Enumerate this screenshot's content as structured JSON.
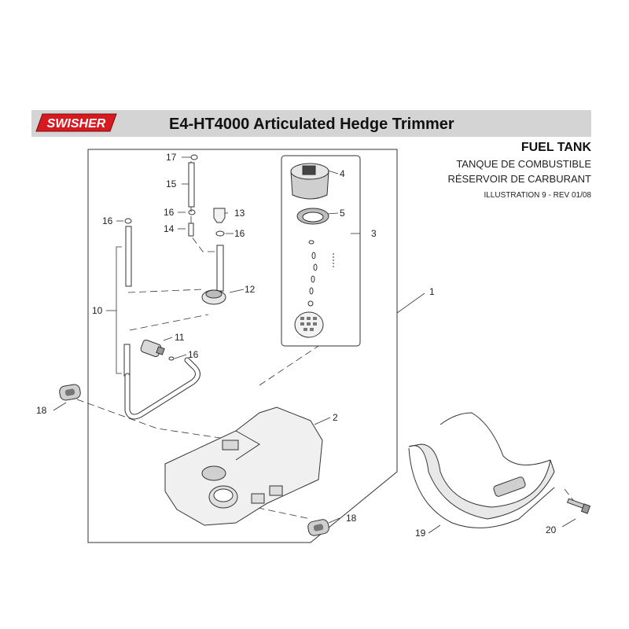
{
  "brand": {
    "logo_text": "SWISHER",
    "color": "#d71920"
  },
  "header": {
    "title": "E4-HT4000 Articulated Hedge Trimmer",
    "bar_color": "#d4d4d4"
  },
  "section": {
    "name_en": "FUEL TANK",
    "name_es": "TANQUE DE COMBUSTIBLE",
    "name_fr": "RÉSERVOIR DE CARBURANT",
    "illustration": "ILLUSTRATION 9 - REV 01/08"
  },
  "callouts": {
    "c1": "1",
    "c2": "2",
    "c3": "3",
    "c4": "4",
    "c5": "5",
    "c10": "10",
    "c11": "11",
    "c12": "12",
    "c13": "13",
    "c14": "14",
    "c15": "15",
    "c16a": "16",
    "c16b": "16",
    "c16c": "16",
    "c16d": "16",
    "c17": "17",
    "c18a": "18",
    "c18b": "18",
    "c19": "19",
    "c20": "20"
  }
}
